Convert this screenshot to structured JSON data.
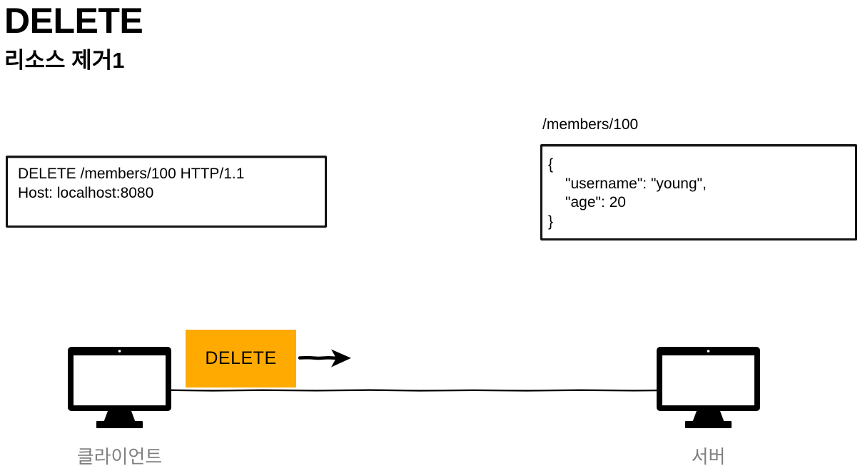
{
  "slide": {
    "title": "DELETE",
    "subtitle": "리소스 제거1"
  },
  "request_box": {
    "line_1": "DELETE /members/100 HTTP/1.1",
    "line_2": "Host: localhost:8080"
  },
  "resource": {
    "path_label": "/members/100",
    "json": {
      "brace_open": "{",
      "line_1": "\"username\": \"young\",",
      "line_2": "\"age\": 20",
      "brace_close": "}"
    }
  },
  "flow": {
    "method_badge_label": "DELETE",
    "arrow_direction": "right"
  },
  "nodes": {
    "client_caption": "클라이언트",
    "server_caption": "서버"
  },
  "colors": {
    "badge_background": "#ffaa00",
    "badge_text": "#000000",
    "caption_text": "#808080",
    "ink": "#000000",
    "page_background": "#ffffff"
  }
}
